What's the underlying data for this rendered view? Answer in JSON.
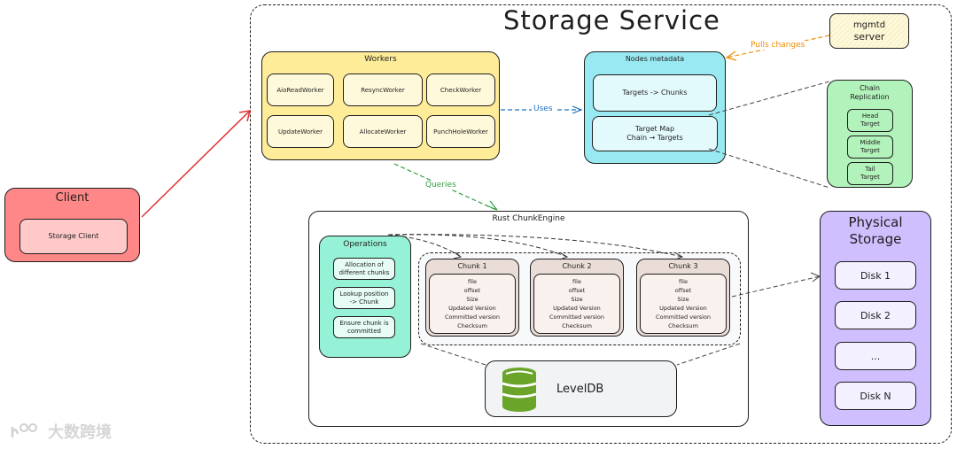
{
  "title": "Storage Service",
  "client": {
    "title": "Client",
    "inner": "Storage Client"
  },
  "workers": {
    "title": "Workers",
    "items": [
      "AioReadWorker",
      "ResyncWorker",
      "CheckWorker",
      "UpdateWorker",
      "AllocateWorker",
      "PunchHoleWorker"
    ]
  },
  "nodes_metadata": {
    "title": "Nodes metadata",
    "items": [
      {
        "line1": "Targets -> Chunks",
        "line2": ""
      },
      {
        "line1": "Target Map",
        "line2": "Chain → Targets"
      }
    ]
  },
  "mgmtd": {
    "line1": "mgmtd",
    "line2": "server"
  },
  "chain_replication": {
    "title_line1": "Chain",
    "title_line2": "Replication",
    "items": [
      {
        "line1": "Head",
        "line2": "Target"
      },
      {
        "line1": "Middle",
        "line2": "Target"
      },
      {
        "line1": "Tail",
        "line2": "Target"
      }
    ]
  },
  "arrows": {
    "uses": "Uses",
    "queries": "Queries",
    "pulls": "Pulls changes"
  },
  "chunk_engine": {
    "title": "Rust ChunkEngine",
    "operations": {
      "title": "Operations",
      "items": [
        {
          "line1": "Allocation of",
          "line2": "different chunks"
        },
        {
          "line1": "Lookup position",
          "line2": "-> Chunk"
        },
        {
          "line1": "Ensure chunk is",
          "line2": "committed"
        }
      ]
    },
    "chunks": [
      {
        "title": "Chunk 1",
        "fields": [
          "file",
          "offset",
          "Size",
          "Updated Version",
          "Committed version",
          "Checksum"
        ]
      },
      {
        "title": "Chunk 2",
        "fields": [
          "file",
          "offset",
          "Size",
          "Updated Version",
          "Committed version",
          "Checksum"
        ]
      },
      {
        "title": "Chunk 3",
        "fields": [
          "file",
          "offset",
          "Size",
          "Updated Version",
          "Committed version",
          "Checksum"
        ]
      }
    ],
    "leveldb": "LevelDB"
  },
  "physical_storage": {
    "title_line1": "Physical",
    "title_line2": "Storage",
    "disks": [
      "Disk 1",
      "Disk 2",
      "...",
      "Disk N"
    ]
  },
  "watermark": "大数跨境",
  "colors": {
    "client": "#ff8787",
    "client_inner": "#ffc9c9",
    "workers": "#ffec99",
    "workers_inner": "#fff9db",
    "nodes": "#99e9f2",
    "nodes_inner": "#e3fafc",
    "chain": "#b2f2bb",
    "operations": "#96f2d7",
    "chunk": "#eaddd7",
    "chunk_inner": "#f8f1ee",
    "physical": "#d0bfff",
    "disk": "#f3f0ff",
    "uses_arrow": "#1971c2",
    "queries_arrow": "#2f9e44",
    "pulls_arrow": "#f08c00",
    "client_arrow": "#e03131"
  }
}
